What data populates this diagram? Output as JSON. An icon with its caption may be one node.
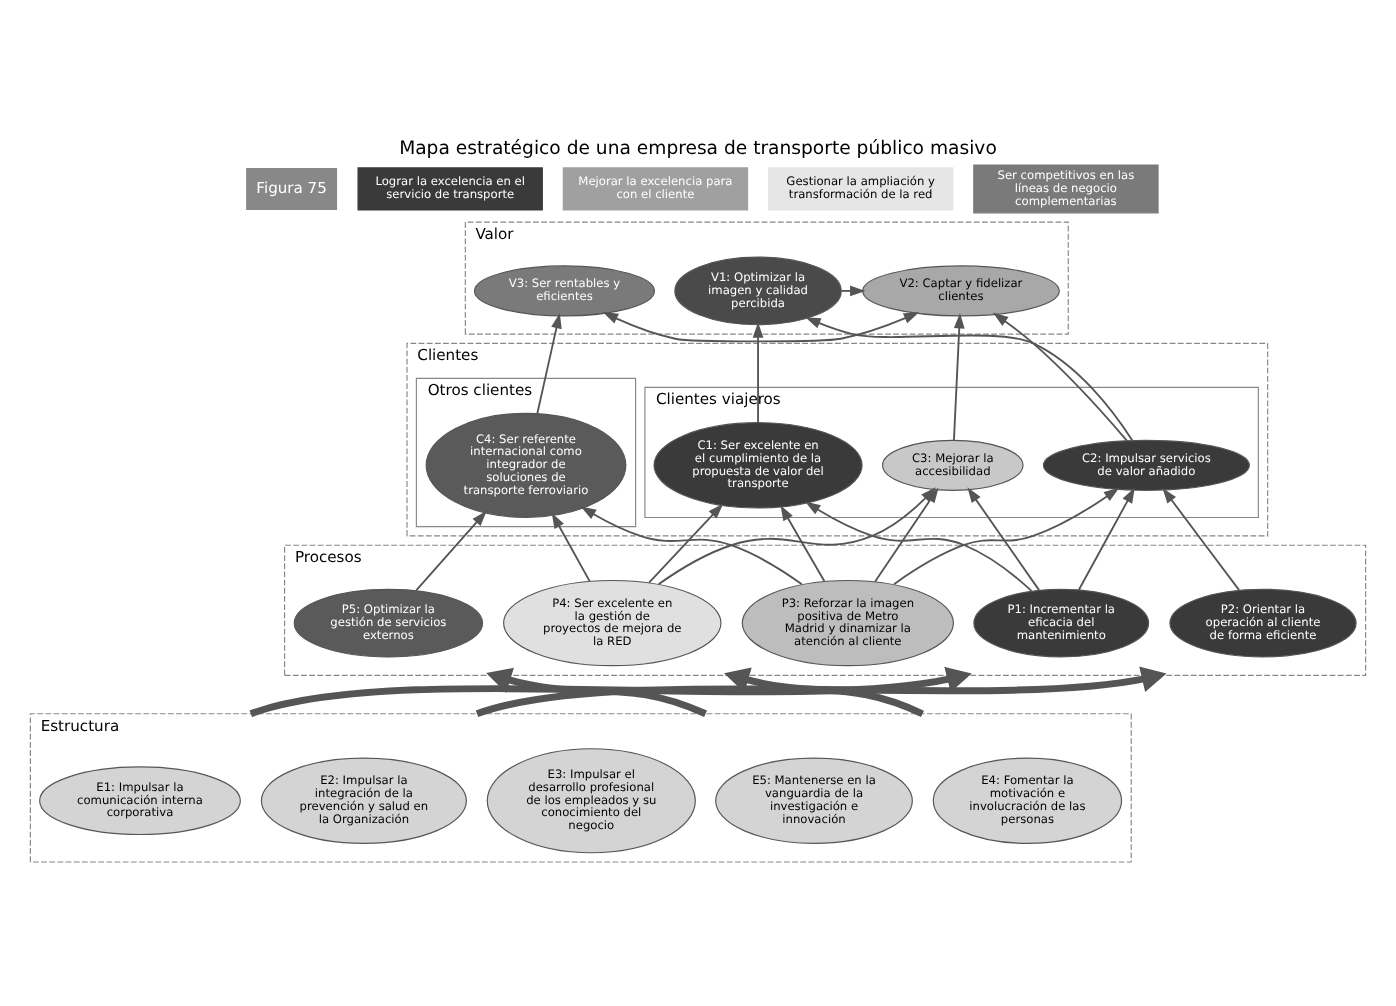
{
  "diagram": {
    "title": "Mapa estratégico de una empresa de transporte público masivo",
    "nodes": [
      {
        "text": [
          "Valor"
        ]
      },
      {
        "text": [
          "V1: Optimizar la imagen y calidad percibida"
        ],
        "in": 0
      },
      {
        "text": [
          "V2: Captar y fidelizar clientes"
        ],
        "in": 0
      },
      {
        "text": [
          "V3: Ser rentables y eficientes"
        ],
        "in": 0
      },
      {
        "text": [
          "Clientes"
        ]
      },
      {
        "text": [
          "Clientes viajeros"
        ],
        "in": 4
      },
      {
        "text": [
          "C1: Ser excelente en el cumplimiento de la propuesta de valor del transporte"
        ],
        "in": 5
      },
      {
        "text": [
          "C2: Impulsar servicios de valor añadido"
        ],
        "in": 5
      },
      {
        "text": [
          "C3: Mejorar la accesibilidad"
        ],
        "in": 5
      },
      {
        "text": [
          "Otros clientes"
        ],
        "in": 4
      },
      {
        "text": [
          "C4: Ser referente internacional como integrador de soluciones de transporte ferroviario"
        ],
        "in": 9
      },
      {
        "text": [
          "Procesos"
        ]
      },
      {
        "text": [
          "P1: Incrementar la eficacia del mantenimiento"
        ],
        "in": 11
      },
      {
        "text": [
          "P2: Orientar la operación al cliente de forma eficiente"
        ],
        "in": 11
      },
      {
        "text": [
          "P3: Reforzar la imagen positiva de Metro Madrid y dinamizar la atención al cliente"
        ],
        "in": 11
      },
      {
        "text": [
          "P4: Ser excelente en la gestión de proyectos de mejora de la RED"
        ],
        "in": 11
      },
      {
        "text": [
          "P5: Optimizar la gestión de servicios externos"
        ],
        "in": 11
      },
      {
        "text": [
          "Estructura"
        ]
      },
      {
        "text": [
          "E1: Impulsar la comunicación interna corporativa"
        ],
        "in": 17
      },
      {
        "text": [
          "E2: Impulsar la integración de la prevención y salud en la Organización"
        ],
        "in": 17
      },
      {
        "text": [
          "E3: Impulsar el desarrollo profesional de los empleados y su conocimiento del negocio"
        ],
        "in": 17
      },
      {
        "text": [
          "E4: Fomentar la motivación e involucración de las personas"
        ],
        "in": 17
      },
      {
        "text": [
          "E5: Mantenerse en la vanguardia de la investigación e innovación"
        ],
        "in": 17
      }
    ],
    "edges": [
      {
        "from": 1,
        "to": 2,
        "arrow": "to"
      },
      {
        "from": 2,
        "to": 3,
        "arrow": "both"
      },
      {
        "from": 6,
        "to": 1,
        "arrow": "to"
      },
      {
        "from": 7,
        "to": 1,
        "arrow": "to"
      },
      {
        "from": 7,
        "to": 2,
        "arrow": "to"
      },
      {
        "from": 8,
        "to": 2,
        "arrow": "to"
      },
      {
        "from": 10,
        "to": 3,
        "arrow": "to"
      },
      {
        "from": 12,
        "to": 6,
        "arrow": "to"
      },
      {
        "from": 12,
        "to": 7,
        "arrow": "to"
      },
      {
        "from": 12,
        "to": 8,
        "arrow": "to"
      },
      {
        "from": 13,
        "to": 7,
        "arrow": "to"
      },
      {
        "from": 14,
        "to": 6,
        "arrow": "to"
      },
      {
        "from": 14,
        "to": 7,
        "arrow": "to"
      },
      {
        "from": 14,
        "to": 8,
        "arrow": "to"
      },
      {
        "from": 14,
        "to": 10,
        "arrow": "to"
      },
      {
        "from": 15,
        "to": 6,
        "arrow": "to"
      },
      {
        "from": 15,
        "to": 8,
        "arrow": "to"
      },
      {
        "from": 15,
        "to": 10,
        "arrow": "to"
      },
      {
        "from": 16,
        "to": 10,
        "arrow": "to"
      },
      {
        "from": 17,
        "to": 11,
        "arrow": "to",
        "style": "thick"
      },
      {
        "from": 17,
        "to": 11,
        "arrow": "to",
        "style": "thick"
      },
      {
        "from": 17,
        "to": 11,
        "arrow": "to",
        "style": "thick"
      },
      {
        "from": 17,
        "to": 11,
        "arrow": "to",
        "style": "thick"
      }
    ],
    "labels": [
      "Figura 75",
      "Lograr la excelencia en el servicio de transporte",
      "Mejorar la excelencia para con el cliente",
      "Gestionar la ampliación y transformación de la red",
      "Ser competitivos en las líneas de negocio complementarias"
    ]
  }
}
